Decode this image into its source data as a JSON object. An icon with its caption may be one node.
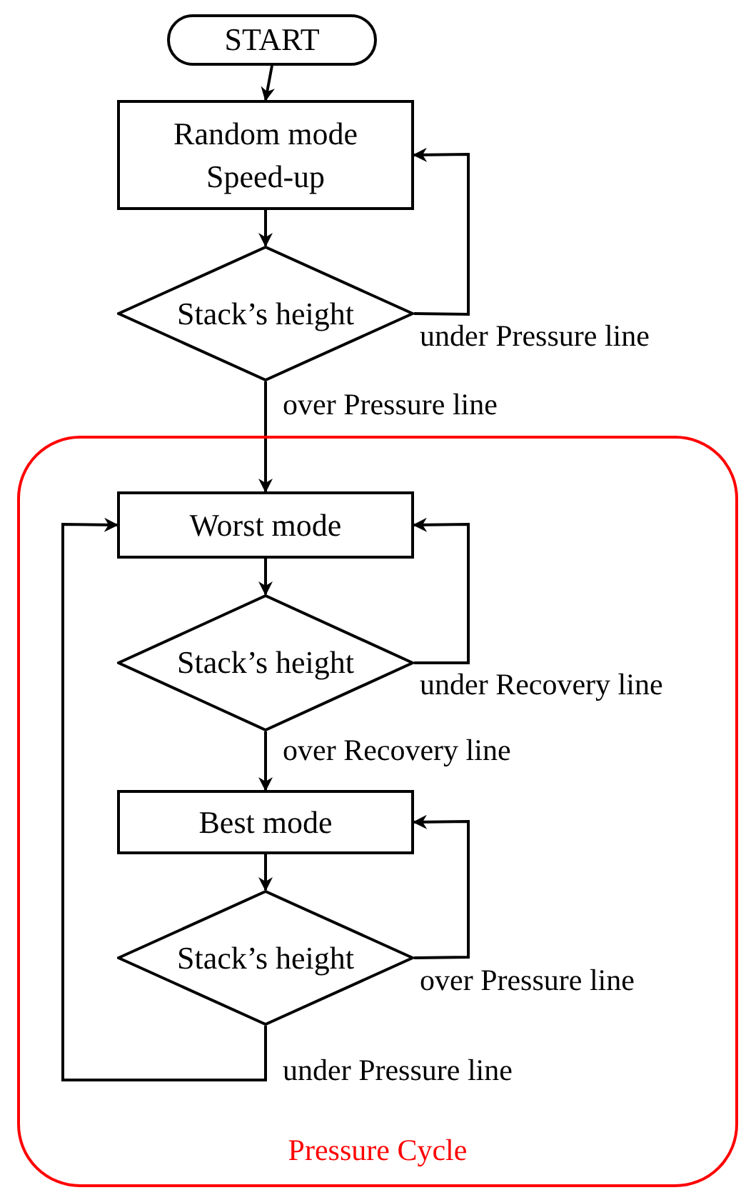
{
  "diagram": {
    "nodes": [
      {
        "text": [
          "START"
        ]
      },
      {
        "text": [
          "Random mode Speed-up"
        ]
      },
      {
        "text": [
          "Stack’s height"
        ]
      },
      {
        "text": [
          "Pressure Cycle"
        ]
      },
      {
        "text": [
          "Worst mode"
        ],
        "in": 3
      },
      {
        "text": [
          "Stack’s height"
        ],
        "in": 3
      },
      {
        "text": [
          "Best mode"
        ],
        "in": 3
      },
      {
        "text": [
          "Stack’s height"
        ],
        "in": 3
      }
    ],
    "edges": [
      {
        "from": 0,
        "to": 1,
        "arrow": "to"
      },
      {
        "from": 1,
        "to": 2,
        "arrow": "to"
      },
      {
        "from": 2,
        "to": 1,
        "arrow": "to",
        "label": "under Pressure line"
      },
      {
        "from": 2,
        "to": 4,
        "arrow": "to",
        "label": "over Pressure line"
      },
      {
        "from": 4,
        "to": 5,
        "arrow": "to"
      },
      {
        "from": 5,
        "to": 4,
        "arrow": "to",
        "label": "under Recovery line"
      },
      {
        "from": 5,
        "to": 6,
        "arrow": "to",
        "label": "over Recovery line"
      },
      {
        "from": 6,
        "to": 7,
        "arrow": "to"
      },
      {
        "from": 7,
        "to": 6,
        "arrow": "to",
        "label": "over Pressure line"
      },
      {
        "from": 7,
        "to": 4,
        "arrow": "to",
        "label": "under Pressure line"
      }
    ]
  }
}
